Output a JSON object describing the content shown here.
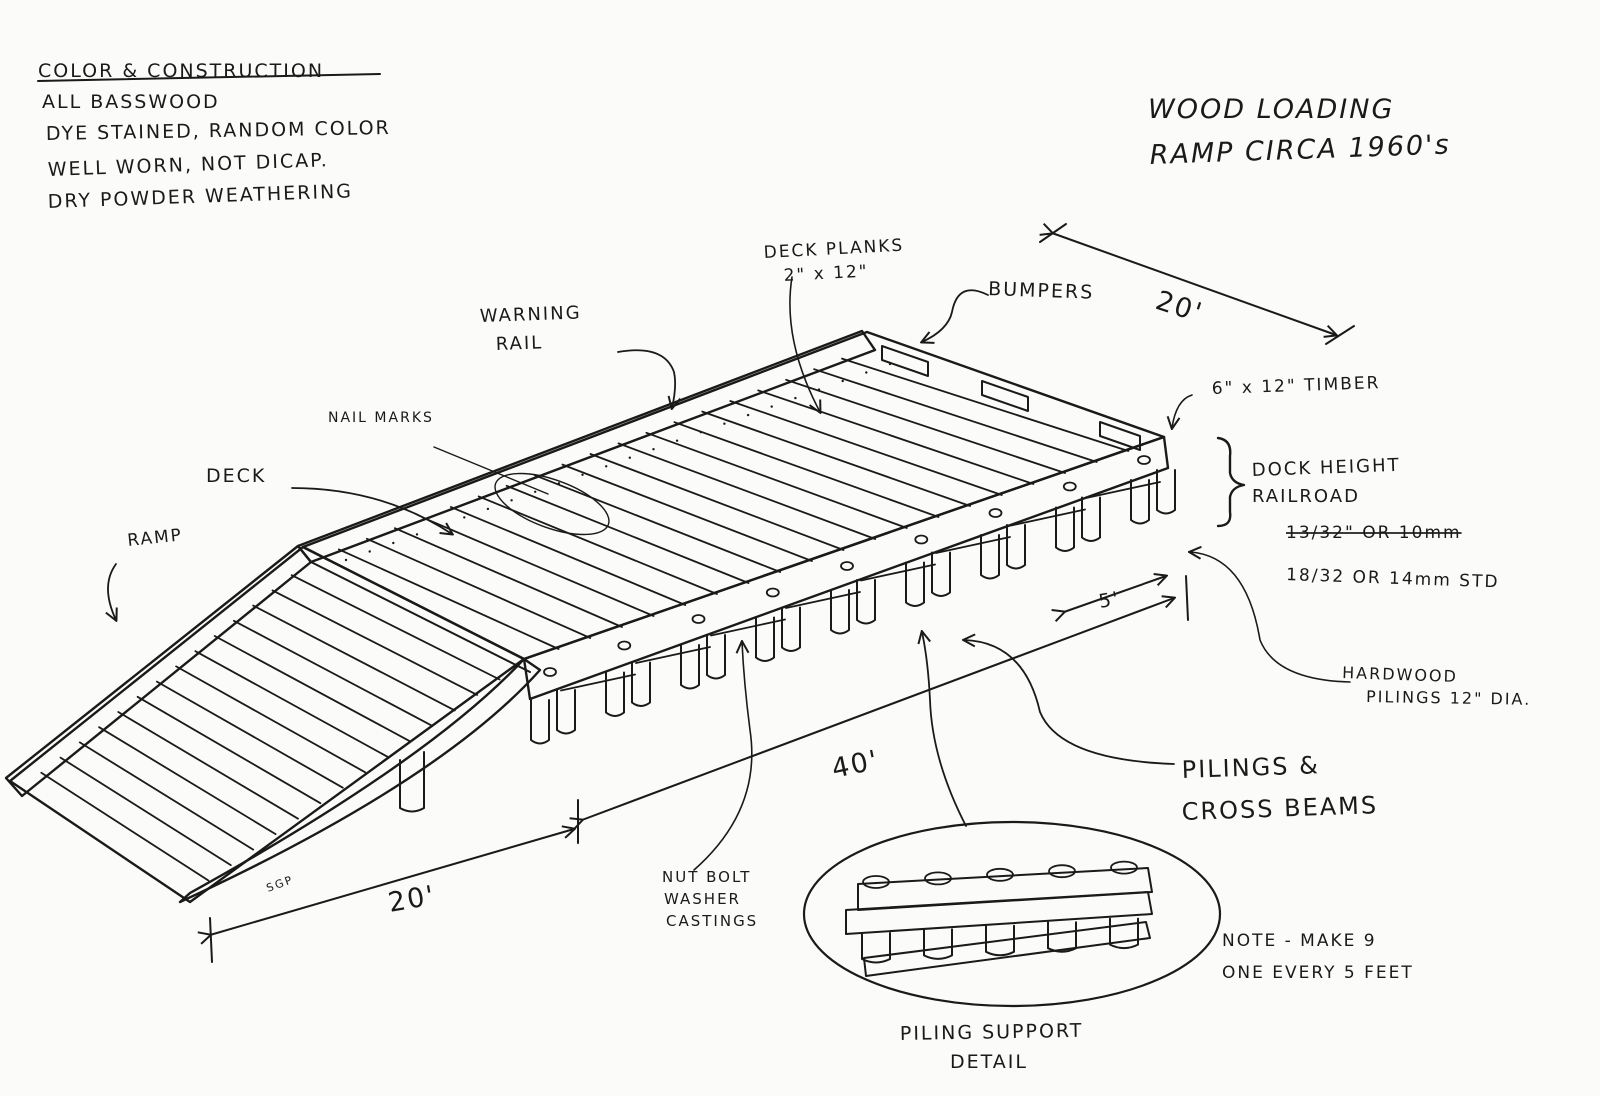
{
  "notes": {
    "heading": "COLOR & CONSTRUCTION",
    "line1": "ALL BASSWOOD",
    "line2": "DYE STAINED, RANDOM COLOR",
    "line3": "WELL WORN, NOT DICAP.",
    "line4": "DRY POWDER WEATHERING"
  },
  "title": {
    "line1": "WOOD LOADING",
    "line2": "RAMP CIRCA 1960's"
  },
  "labels": {
    "deck_planks": "DECK PLANKS",
    "deck_planks_size": "2\" x 12\"",
    "bumpers": "BUMPERS",
    "warning_rail_1": "WARNING",
    "warning_rail_2": "RAIL",
    "nail_marks": "NAIL MARKS",
    "deck": "DECK",
    "ramp": "RAMP",
    "timber": "6\" x 12\" TIMBER",
    "dock_height_1": "DOCK HEIGHT",
    "dock_height_2": "RAILROAD",
    "height_old": "13/32\" OR 10mm",
    "height_std": "18/32 OR 14mm STD",
    "hardwood_1": "HARDWOOD",
    "hardwood_2": "PILINGS 12\" DIA.",
    "pilings_1": "PILINGS &",
    "pilings_2": "CROSS BEAMS",
    "nut_bolt_1": "NUT BOLT",
    "nut_bolt_2": "WASHER",
    "nut_bolt_3": "CASTINGS",
    "note_1": "NOTE - MAKE 9",
    "note_2": "ONE EVERY 5 FEET",
    "detail_1": "PILING SUPPORT",
    "detail_2": "DETAIL",
    "signature": "SGP"
  },
  "dimensions": {
    "width": "20'",
    "length": "40'",
    "ramp_length": "20'",
    "spacing": "5'"
  }
}
